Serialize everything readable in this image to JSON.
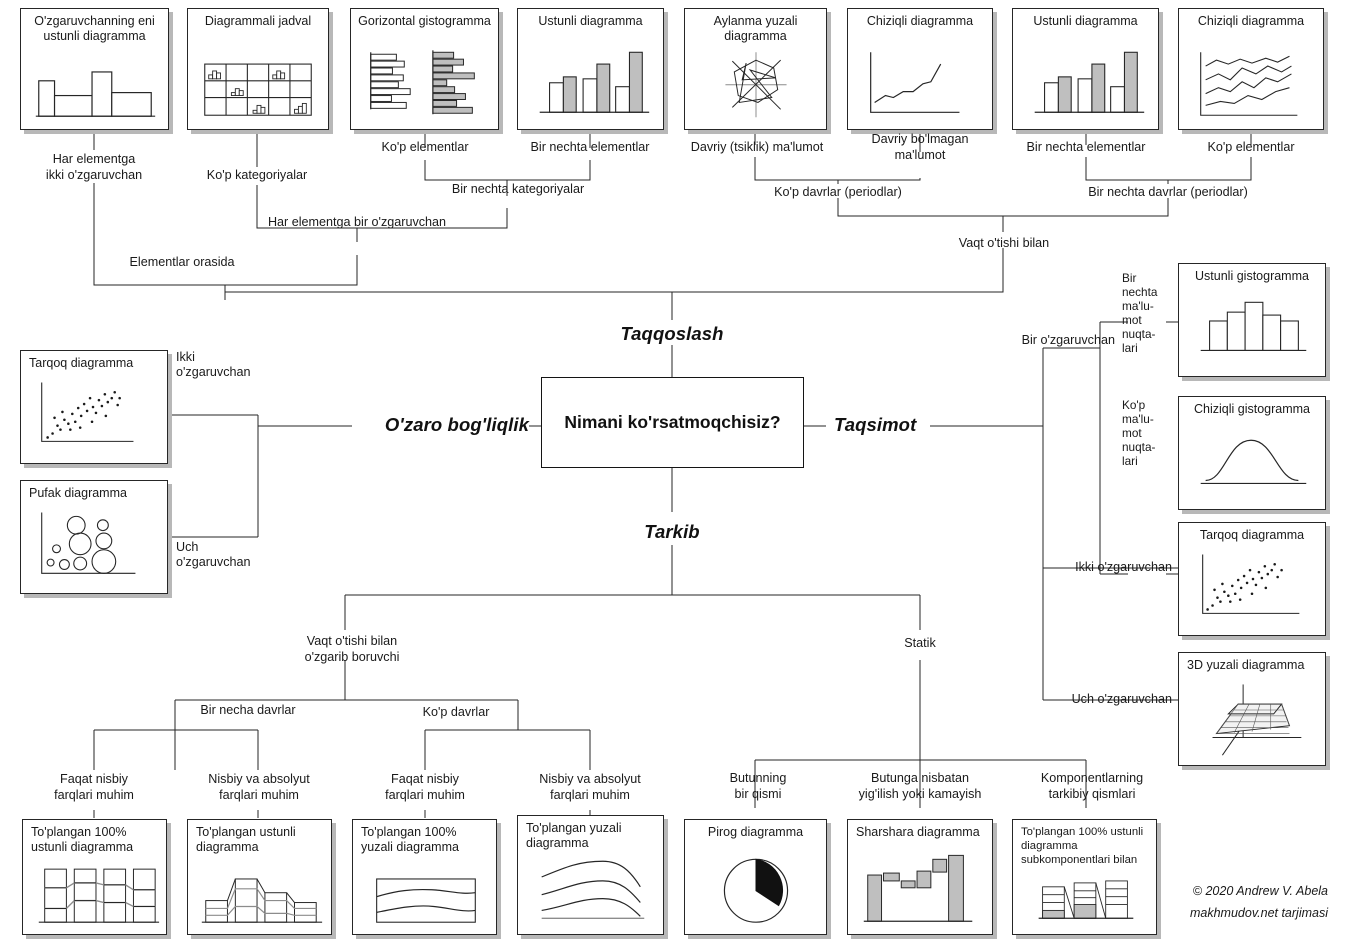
{
  "center": {
    "question": "Nimani ko'rsatmoqchisiz?"
  },
  "branches": {
    "comparison": "Taqqoslash",
    "relationship": "O'zaro bog'liqlik",
    "distribution": "Taqsimot",
    "composition": "Tarkib"
  },
  "comparison_branch": {
    "cards": [
      {
        "title": "O'zgaruvchanning eni\nustunli diagramma",
        "art": "variable-width-column"
      },
      {
        "title": "Diagrammali jadval",
        "art": "table-with-charts"
      },
      {
        "title": "Gorizontal gistogramma",
        "art": "horizontal-bar-pair"
      },
      {
        "title": "Ustunli diagramma",
        "art": "column-paired"
      },
      {
        "title": "Aylanma yuzali\ndiagramma",
        "art": "circular-area"
      },
      {
        "title": "Chiziqli diagramma",
        "art": "line-rising"
      },
      {
        "title": "Ustunli diagramma",
        "art": "column-paired"
      },
      {
        "title": "Chiziqli diagramma",
        "art": "line-multi"
      }
    ],
    "labels": {
      "two_vars_per_item": "Har elementga\nikki o'zgaruvchan",
      "many_categories": "Ko'p kategoriyalar",
      "many_items": "Ko'p elementlar",
      "few_items": "Bir nechta elementlar",
      "few_categories": "Bir nechta kategoriyalar",
      "one_var_per_item": "Har elementga bir o'zgaruvchan",
      "among_items": "Elementlar orasida",
      "cyclical_data": "Davriy (tsiklik) ma'lumot",
      "non_cyclical_data": "Davriy bo'lmagan\nma'lumot",
      "few_items_2": "Bir nechta elementlar",
      "many_items_2": "Ko'p elementlar",
      "many_periods": "Ko'p davrlar (periodlar)",
      "few_periods": "Bir nechta davrlar (periodlar)",
      "over_time": "Vaqt o'tishi bilan"
    }
  },
  "relationship_branch": {
    "cards": [
      {
        "title": "Tarqoq diagramma",
        "art": "scatter"
      },
      {
        "title": "Pufak diagramma",
        "art": "bubble"
      }
    ],
    "labels": {
      "two_variables": "Ikki\no'zgaruvchan",
      "three_variables": "Uch\no'zgaruvchan"
    }
  },
  "distribution_branch": {
    "cards": [
      {
        "title": "Ustunli gistogramma",
        "art": "histogram"
      },
      {
        "title": "Chiziqli gistogramma",
        "art": "bell-curve"
      },
      {
        "title": "Tarqoq diagramma",
        "art": "scatter"
      },
      {
        "title": "3D yuzali diagramma",
        "art": "surface-3d"
      }
    ],
    "labels": {
      "single_variable": "Bir o'zgaruvchan",
      "few_data_points": "Bir\nnechta\nma'lu-\nmot\nnuqta-\nlari",
      "many_data_points": "Ko'p\nma'lu-\nmot\nnuqta-\nlari",
      "two_variables": "Ikki o'zgaruvchan",
      "three_variables": "Uch o'zgaruvchan"
    }
  },
  "composition_branch": {
    "cards": [
      {
        "title": "To'plangan 100%\nustunli diagramma",
        "art": "stacked-100-column"
      },
      {
        "title": "To'plangan\nustunli diagramma",
        "art": "stacked-column"
      },
      {
        "title": "To'plangan 100%\nyuzali diagramma",
        "art": "stacked-100-area"
      },
      {
        "title": "To'plangan\nyuzali diagramma",
        "art": "stacked-area"
      },
      {
        "title": "Pirog diagramma",
        "art": "pie"
      },
      {
        "title": "Sharshara\ndiagramma",
        "art": "waterfall"
      },
      {
        "title": "To'plangan 100%\nustunli diagramma\nsubkomponentlari bilan",
        "art": "stacked-100-subcomponents"
      }
    ],
    "labels": {
      "changing_over_time": "Vaqt o'tishi bilan\no'zgarib boruvchi",
      "static": "Statik",
      "few_periods": "Bir necha davrlar",
      "many_periods": "Ko'p davrlar",
      "relative_only_1": "Faqat nisbiy\nfarqlari muhim",
      "relative_and_absolute_1": "Nisbiy va absolyut\nfarqlari muhim",
      "relative_only_2": "Faqat nisbiy\nfarqlari muhim",
      "relative_and_absolute_2": "Nisbiy va absolyut\nfarqlari muhim",
      "share_of_total": "Butunning\nbir qismi",
      "accumulation": "Butunga nisbatan\nyig'ilish yoki kamayish",
      "components_of_components": "Komponentlarning\ntarkibiy qismlari"
    }
  },
  "credit": {
    "line1": "© 2020 Andrew V. Abela",
    "line2": "makhmudov.net tarjimasi"
  },
  "colors": {
    "line": "#262626",
    "fill_gray": "#bfbfbf",
    "shadow": "#b8b8b8",
    "text": "#1a1a1a"
  },
  "chart_data": {
    "type": "diagram",
    "title": "Nimani ko'rsatmoqchisiz?",
    "description": "Chart chooser decision tree (Abela) — Uzbek translation",
    "root_branches": [
      "Taqqoslash",
      "O'zaro bog'liqlik",
      "Taqsimot",
      "Tarkib"
    ],
    "leaf_charts": [
      "O'zgaruvchanning eni ustunli diagramma",
      "Diagrammali jadval",
      "Gorizontal gistogramma",
      "Ustunli diagramma",
      "Aylanma yuzali diagramma",
      "Chiziqli diagramma",
      "Ustunli diagramma",
      "Chiziqli diagramma",
      "Tarqoq diagramma",
      "Pufak diagramma",
      "Ustunli gistogramma",
      "Chiziqli gistogramma",
      "Tarqoq diagramma",
      "3D yuzali diagramma",
      "To'plangan 100% ustunli diagramma",
      "To'plangan ustunli diagramma",
      "To'plangan 100% yuzali diagramma",
      "To'plangan yuzali diagramma",
      "Pirog diagramma",
      "Sharshara diagramma",
      "To'plangan 100% ustunli diagramma subkomponentlari bilan"
    ]
  }
}
